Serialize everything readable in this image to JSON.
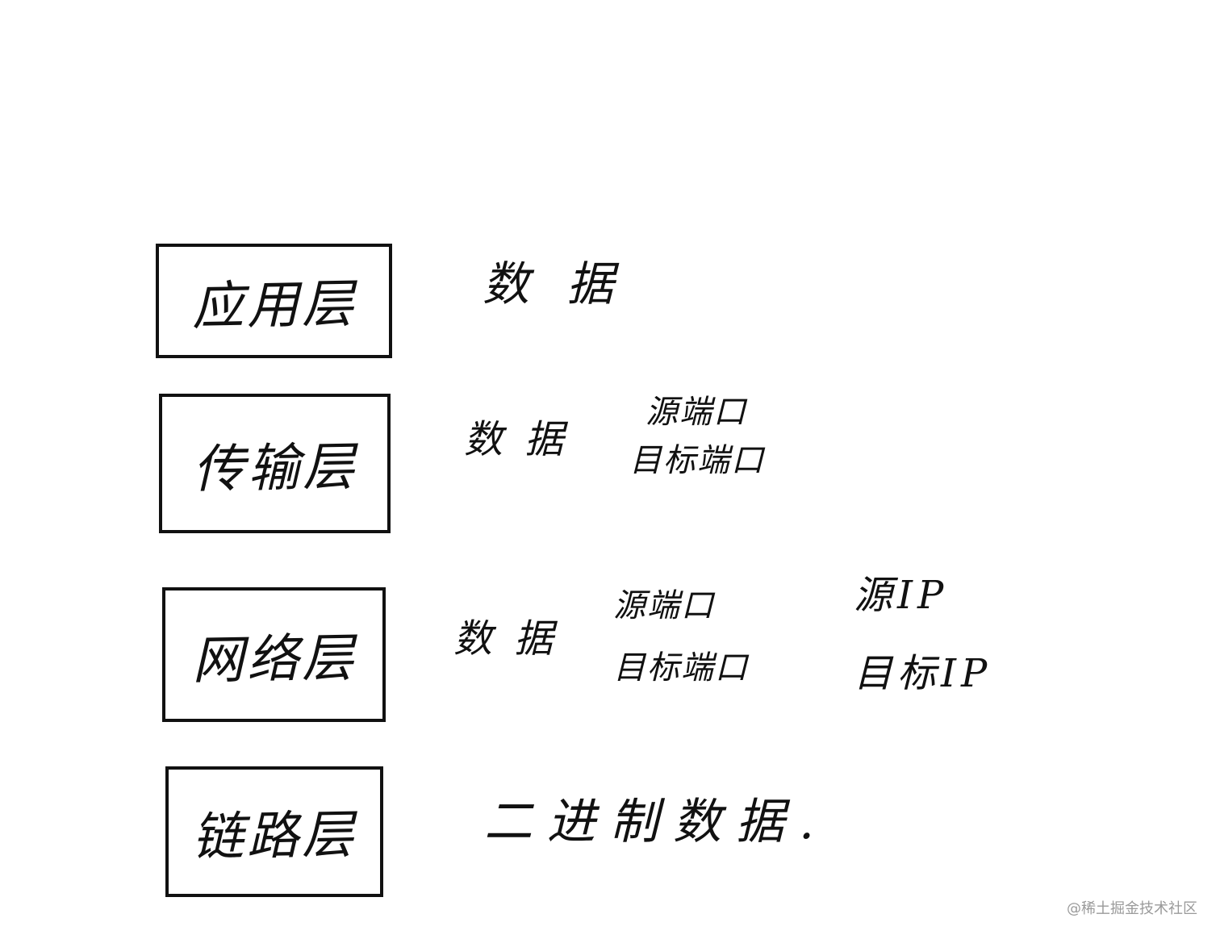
{
  "layers": {
    "application": "应用层",
    "transport": "传输层",
    "network": "网络层",
    "link": "链路层"
  },
  "application_row": {
    "data": "数 据"
  },
  "transport_row": {
    "data": "数 据",
    "src_port": "源端口",
    "dst_port": "目标端口"
  },
  "network_row": {
    "data": "数 据",
    "src_port": "源端口",
    "dst_port": "目标端口",
    "src_ip": "源IP",
    "dst_ip": "目标IP"
  },
  "link_row": {
    "data": "二进制数据."
  },
  "watermark": "@稀土掘金技术社区",
  "colors": {
    "ink": "#111111",
    "background": "#ffffff",
    "watermark": "#9a9a9a"
  }
}
